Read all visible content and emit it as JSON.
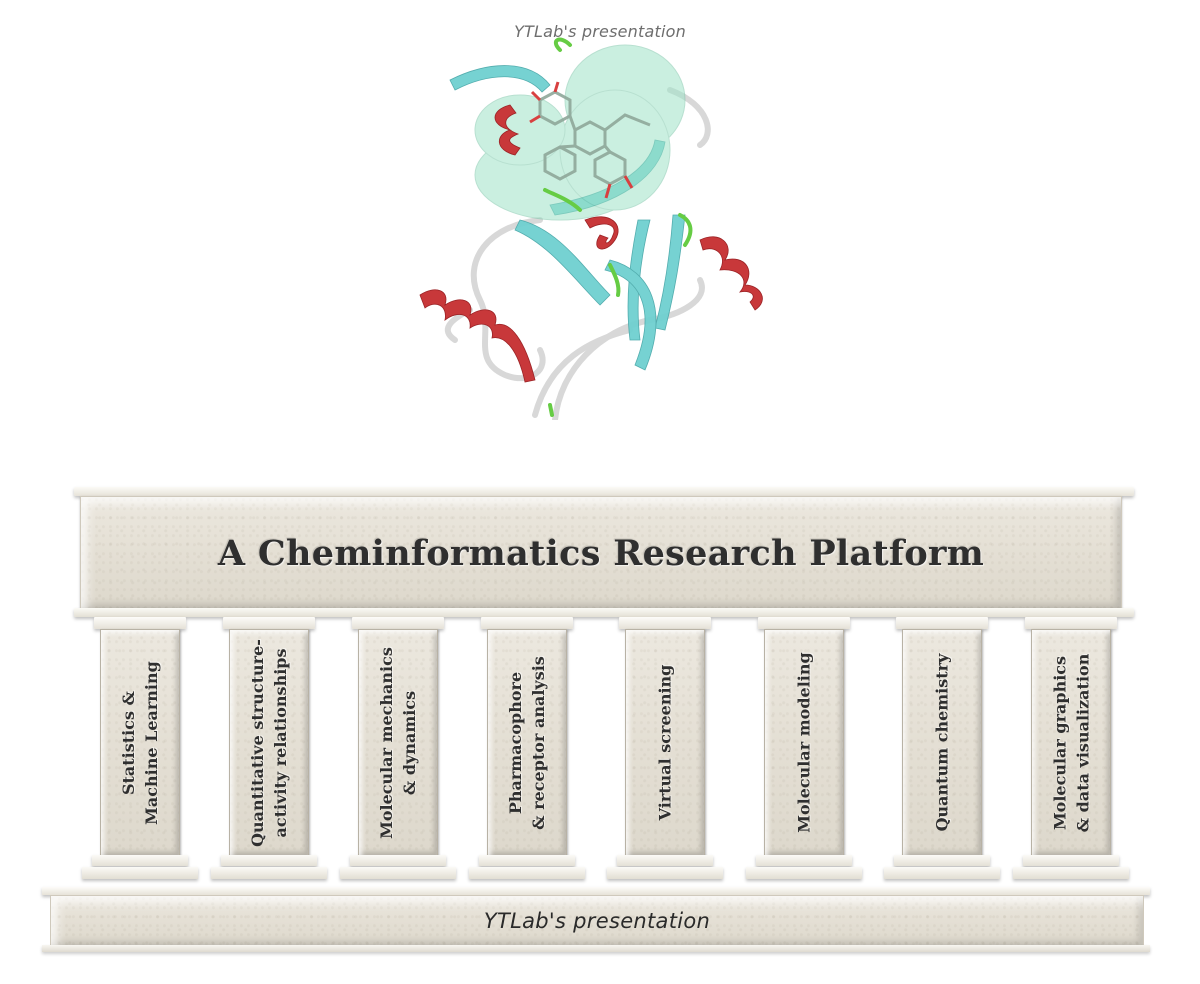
{
  "watermark_top": "YTLab's presentation",
  "illustration": {
    "subject": "protein ribbon structure with bound ligand and transparent surface",
    "colors": {
      "helix": "#c8383a",
      "strand": "#6fd0d0",
      "turn": "#66cc44",
      "coil": "#d9d9d9",
      "surface": "#9fe3c8",
      "ligand_bond": "#8fa79a",
      "ligand_oxygen": "#d84040"
    }
  },
  "temple": {
    "title": "A Cheminformatics Research Platform",
    "pillars": [
      {
        "lines": [
          "Statistics &",
          "Machine Learning"
        ]
      },
      {
        "lines": [
          "Quantitative structure-",
          "activity relationships"
        ]
      },
      {
        "lines": [
          "Molecular mechanics",
          "& dynamics"
        ]
      },
      {
        "lines": [
          "Pharmacophore",
          "& receptor analysis"
        ]
      },
      {
        "lines": [
          "Virtual screening"
        ]
      },
      {
        "lines": [
          "Molecular modeling"
        ]
      },
      {
        "lines": [
          "Quantum chemistry"
        ]
      },
      {
        "lines": [
          "Molecular graphics",
          "& data visualization"
        ]
      }
    ],
    "base_label": "YTLab's presentation",
    "colors": {
      "stone": "#e6e1d6",
      "text": "#2f2f2f"
    }
  }
}
